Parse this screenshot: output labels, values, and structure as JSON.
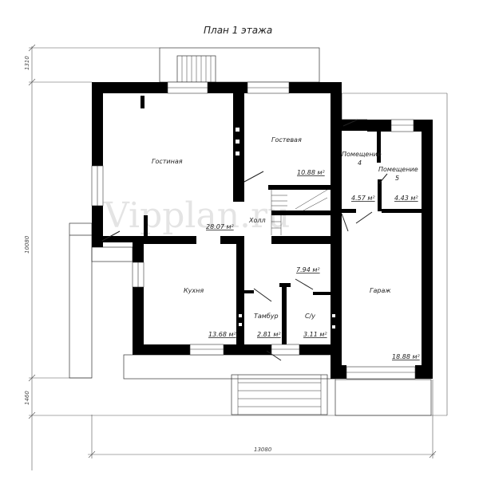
{
  "title": "План 1 этажа",
  "watermark": "Vipplan.ru",
  "room_labels": {
    "gostinaya": "Гостиная",
    "gostevaya": "Гостевая",
    "gostevaya_area": "10.88 м²",
    "hall": "Холл",
    "hall_area": "28.07 м²",
    "room4_line1": "Помещение",
    "room4_line2": "4",
    "room4_area": "4.57 м²",
    "room5_line1": "Помещение",
    "room5_line2": "5",
    "room5_area": "4.43 м²",
    "kitchen": "Кухня",
    "kitchen_area": "13.68 м²",
    "tambur": "Тамбур",
    "tambur_area": "2.81 м²",
    "wc": "С/у",
    "wc_area": "3.11 м²",
    "garage": "Гараж",
    "garage_area": "18.88 м²",
    "corridor_area": "7.94 м²"
  },
  "dimensions": {
    "left_top": "1310",
    "left_middle": "10080",
    "left_bottom": "1460",
    "bottom": "13080"
  }
}
